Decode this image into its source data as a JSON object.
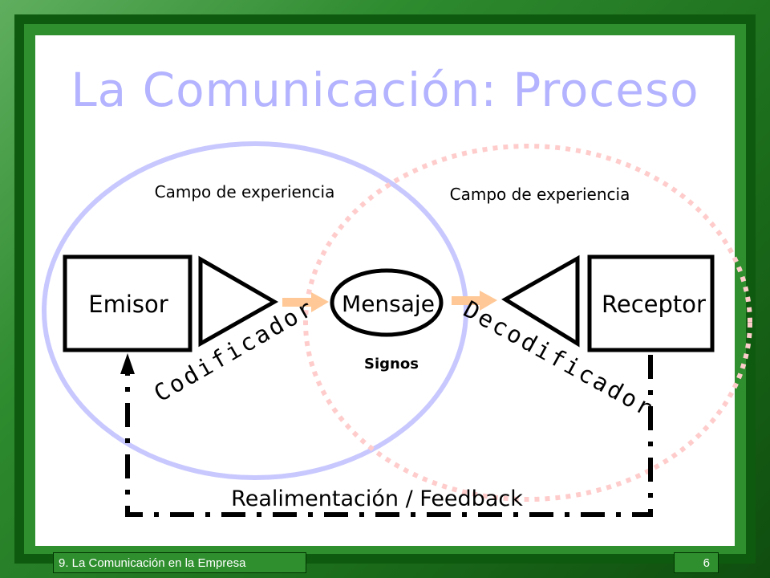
{
  "slide": {
    "title": "La Comunicación: Proceso",
    "footer_left": "9. La Comunicación en la Empresa",
    "page_number": "6"
  },
  "diagram": {
    "field_left": "Campo de experiencia",
    "field_right": "Campo de experiencia",
    "emisor": "Emisor",
    "mensaje": "Mensaje",
    "receptor": "Receptor",
    "codificador": "Codificador",
    "decodificador": "Decodificador",
    "signos": "Signos",
    "feedback": "Realimentación / Feedback"
  },
  "colors": {
    "title": "#b3b3ff",
    "left_field": "#c8c8ff",
    "right_field": "#ffcccc",
    "arrow": "#ffc896",
    "frame_green": "#2f8f2f"
  }
}
